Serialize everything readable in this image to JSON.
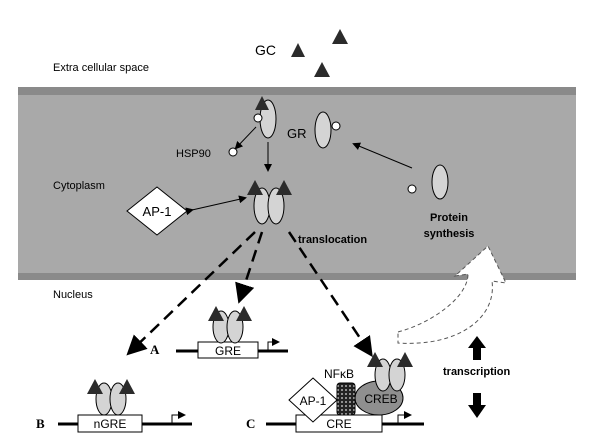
{
  "labels": {
    "gc": "GC",
    "extracellular": "Extra cellular space",
    "cytoplasm": "Cytoplasm",
    "nucleus": "Nucleus",
    "hsp90": "HSP90",
    "gr": "GR",
    "ap1_cyto": "AP-1",
    "translocation": "translocation",
    "protein": "Protein",
    "synthesis": "synthesis",
    "transcription": "transcription",
    "panel_a": "A",
    "panel_b": "B",
    "panel_c": "C",
    "gre": "GRE",
    "ngre": "nGRE",
    "cre": "CRE",
    "nfkb": "NFκB",
    "ap1_nuc": "AP-1",
    "creb": "CREB"
  },
  "colors": {
    "cytoplasm_fill": "#a9a9a9",
    "membrane": "#8a8a8a",
    "receptor_fill": "#d4d4d4",
    "ligand": "#2b2b2b",
    "creb_fill": "#8f8f8f"
  }
}
